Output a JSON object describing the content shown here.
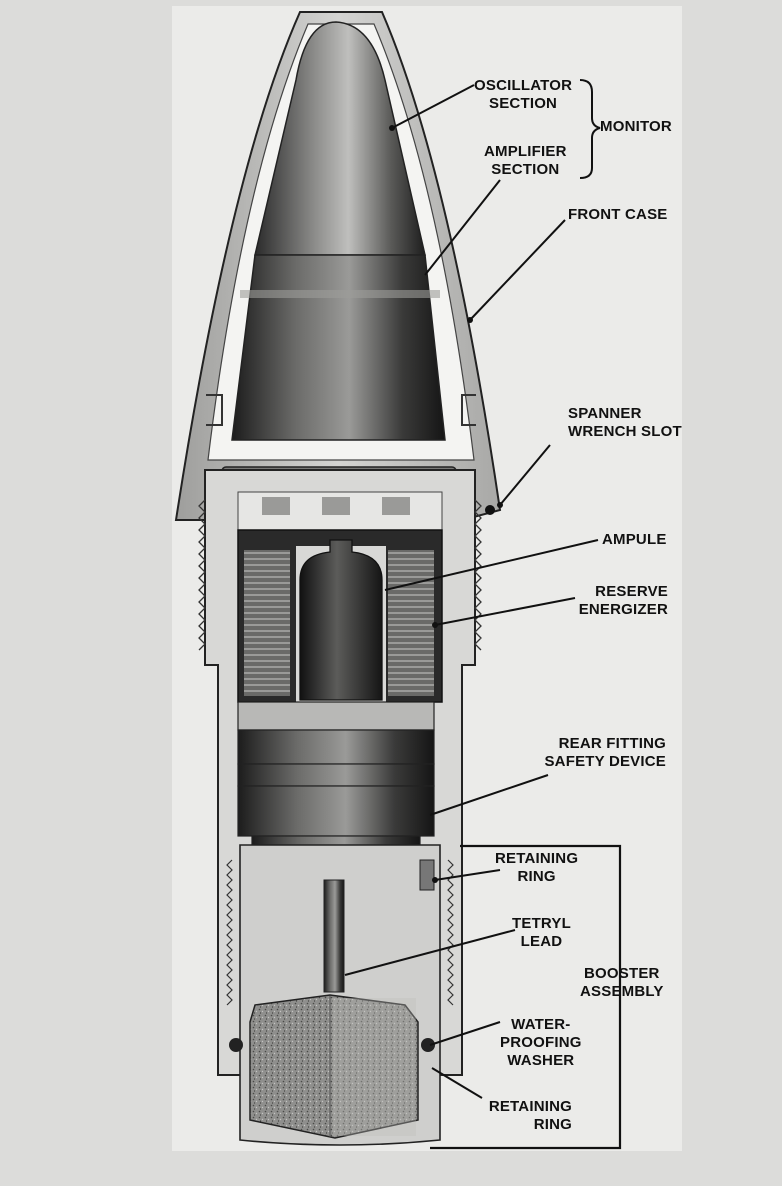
{
  "labels": {
    "oscillator": [
      "OSCILLATOR",
      "SECTION"
    ],
    "amplifier": [
      "AMPLIFIER",
      "SECTION"
    ],
    "monitor": "MONITOR",
    "front_case": "FRONT CASE",
    "spanner": [
      "SPANNER",
      "WRENCH SLOT"
    ],
    "ampule": "AMPULE",
    "reserve": [
      "RESERVE",
      "ENERGIZER"
    ],
    "rear_fitting": [
      "REAR FITTING",
      "SAFETY DEVICE"
    ],
    "retaining_ring_1": [
      "RETAINING",
      "RING"
    ],
    "tetryl": [
      "TETRYL",
      "LEAD"
    ],
    "booster": [
      "BOOSTER",
      "ASSEMBLY"
    ],
    "waterproofing": [
      "WATER-",
      "PROOFING",
      "WASHER"
    ],
    "retaining_ring_2": [
      "RETAINING",
      "RING"
    ]
  },
  "colors": {
    "background": "#dcdcda",
    "card": "#ebebe9",
    "metal_dark": "#2a2a2a",
    "metal_light": "#bdbdbb",
    "label_text": "#111111"
  },
  "icons": [
    "fuze-cutaway-drawing",
    "monitor-brace",
    "booster-bracket"
  ]
}
